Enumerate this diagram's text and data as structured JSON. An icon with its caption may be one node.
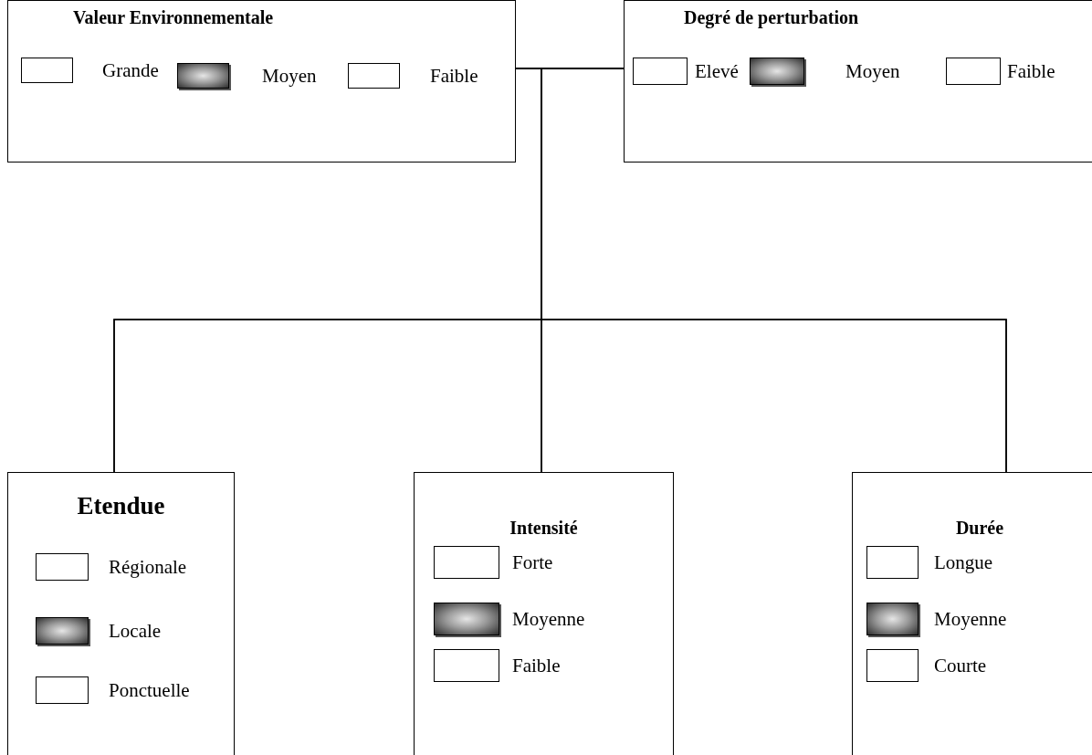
{
  "diagram": {
    "nodes": [
      {
        "text": [
          "Valeur Environnementale",
          "Grande",
          "Moyen",
          "Faible"
        ]
      },
      {
        "text": [
          "Degré de perturbation",
          "Elevé",
          "Moyen",
          "Faible"
        ]
      },
      {
        "text": [
          "Etendue",
          "Régionale",
          "Locale",
          "Ponctuelle"
        ]
      },
      {
        "text": [
          "Intensité",
          "Forte",
          "Moyenne",
          "Faible"
        ]
      },
      {
        "text": [
          "Durée",
          "Longue",
          "Moyenne",
          "Courte"
        ]
      }
    ],
    "edges": [
      {
        "from": 0,
        "to": 2,
        "arrow": "none"
      },
      {
        "from": 0,
        "to": 3,
        "arrow": "none"
      },
      {
        "from": 0,
        "to": 4,
        "arrow": "none"
      },
      {
        "from": 1,
        "to": 2,
        "arrow": "none"
      },
      {
        "from": 1,
        "to": 3,
        "arrow": "none"
      },
      {
        "from": 1,
        "to": 4,
        "arrow": "none"
      }
    ]
  }
}
